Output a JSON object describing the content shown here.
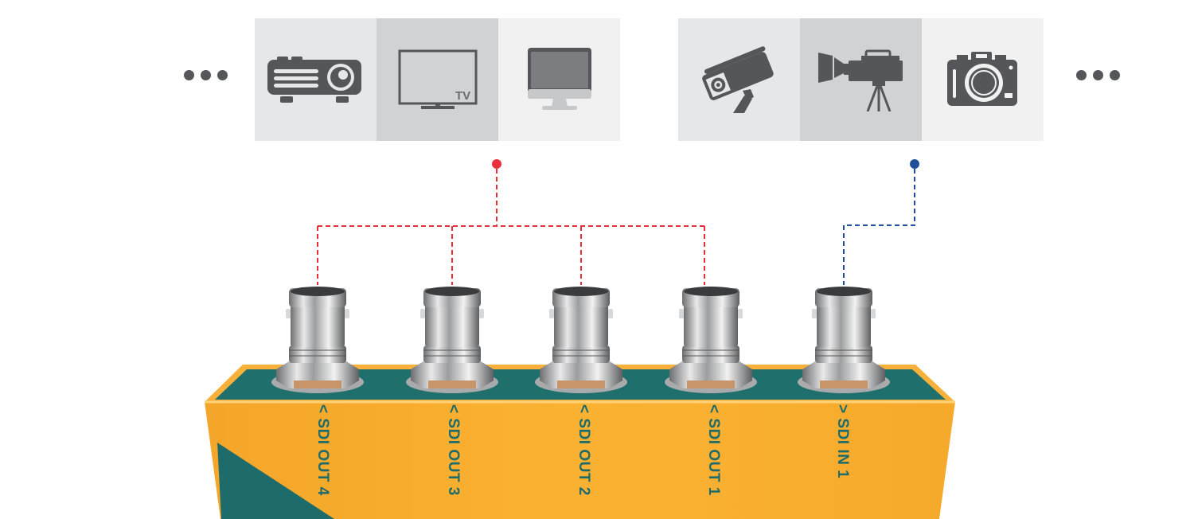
{
  "colors": {
    "output_line": "#e8303a",
    "input_line": "#1f4f9a",
    "device_body": "#f6ab2e",
    "device_accent": "#1d6b6b",
    "icon_gray": "#555659",
    "panel_light": "#e6e7e8",
    "panel_mid": "#d1d2d4",
    "panel_lighter": "#f1f1f1"
  },
  "output_devices": {
    "more_indicator": "more-icon",
    "items": [
      {
        "name": "projector",
        "icon": "projector-icon"
      },
      {
        "name": "tv",
        "icon": "tv-icon",
        "label": "TV"
      },
      {
        "name": "monitor",
        "icon": "monitor-icon"
      }
    ]
  },
  "input_devices": {
    "more_indicator": "more-icon",
    "items": [
      {
        "name": "security camera",
        "icon": "cctv-camera-icon"
      },
      {
        "name": "video camera",
        "icon": "video-camera-icon"
      },
      {
        "name": "photo camera",
        "icon": "photo-camera-icon"
      }
    ]
  },
  "ports": [
    {
      "label": "SDI OUT 4",
      "arrow": "<",
      "direction": "output"
    },
    {
      "label": "SDI OUT 3",
      "arrow": "<",
      "direction": "output"
    },
    {
      "label": "SDI OUT 2",
      "arrow": "<",
      "direction": "output"
    },
    {
      "label": "SDI OUT 1",
      "arrow": "<",
      "direction": "output"
    },
    {
      "label": "SDI IN 1",
      "arrow": ">",
      "direction": "input"
    }
  ]
}
